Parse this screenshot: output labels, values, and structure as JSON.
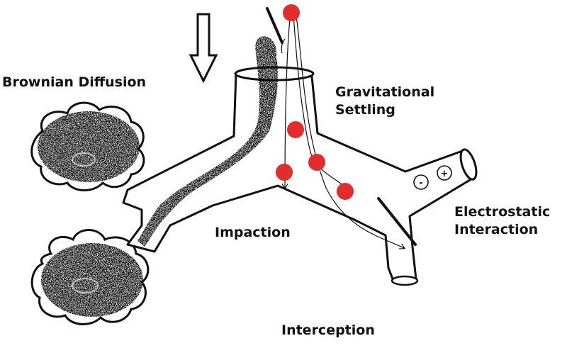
{
  "labels": {
    "brownian": "Brownian Diffusion",
    "gravitational": {
      "line1": "Gravitational",
      "line2": "Settling"
    },
    "electrostatic": {
      "line1": "Electrostatic",
      "line2": "Interaction"
    },
    "impaction": "Impaction",
    "interception": "Interception"
  },
  "charges": [
    "-",
    "+"
  ],
  "colors": {
    "particle": "#e32c2c",
    "outline": "#111111",
    "fog": "#1a1a1a",
    "background": "#ffffff"
  }
}
